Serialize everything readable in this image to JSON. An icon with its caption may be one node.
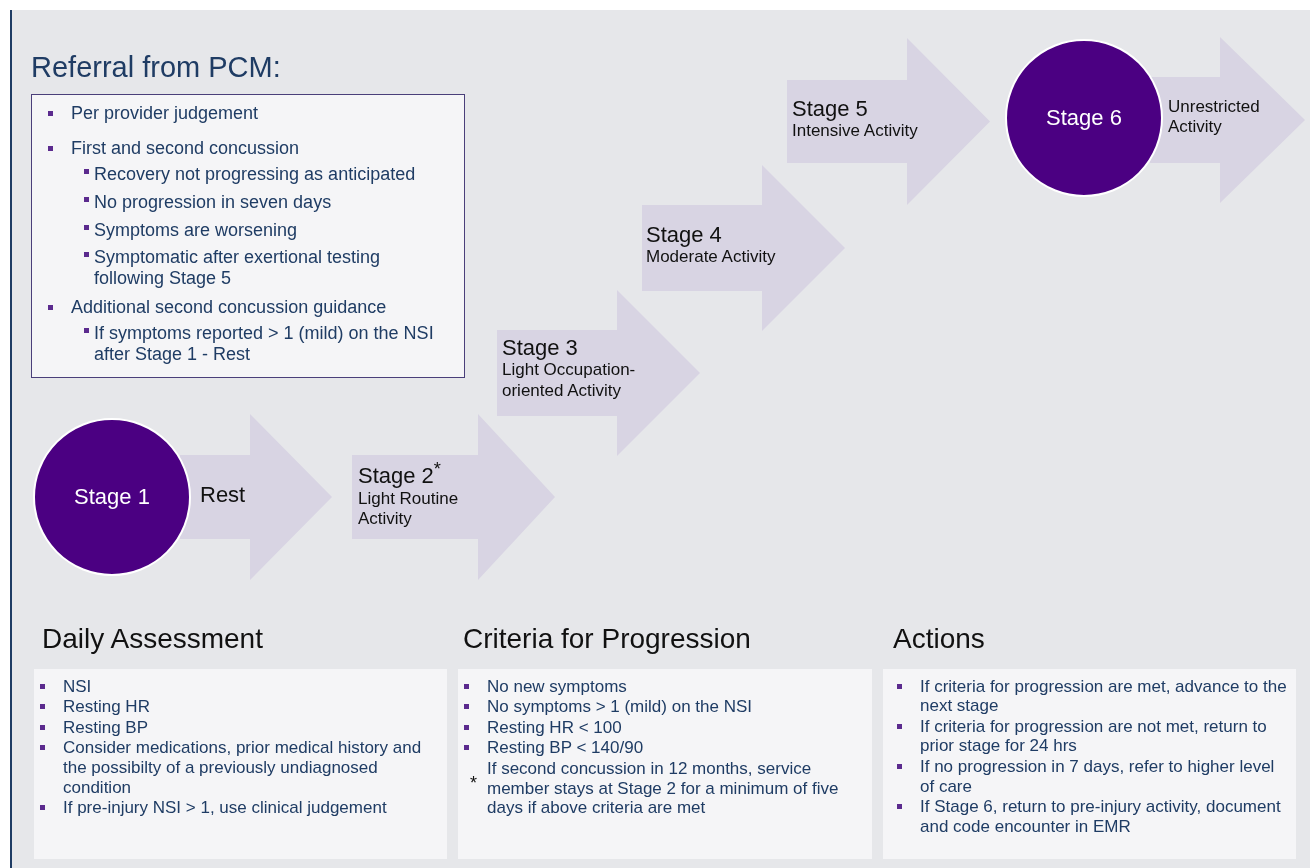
{
  "diagram": {
    "nodes": [
      {
        "text": [
          "Referral from PCM:",
          "Per provider judgement",
          "First and second concussion",
          "Recovery not progressing as anticipated",
          "No progression in seven days",
          "Symptoms are worsening",
          "Symptomatic after exertional testing following Stage 5",
          "Additional second concussion guidance",
          "If symptoms reported > 1 (mild) on the NSI after Stage 1 - Rest"
        ]
      },
      {
        "text": [
          "Stage 1"
        ]
      },
      {
        "text": [
          "Rest"
        ]
      },
      {
        "text": [
          "Stage 2$^{*}$",
          "Light Routine Activity"
        ]
      },
      {
        "text": [
          "Stage 3",
          "Light Occupation-oriented Activity"
        ]
      },
      {
        "text": [
          "Stage 4",
          "Moderate Activity"
        ]
      },
      {
        "text": [
          "Stage 5",
          "Intensive Activity"
        ]
      },
      {
        "text": [
          "Stage 6"
        ]
      },
      {
        "text": [
          "Unrestricted Activity"
        ]
      },
      {
        "text": [
          "Daily Assessment",
          "NSI",
          "Resting HR",
          "Resting BP",
          "Consider medications, prior medical history and the possibilty of a previously undiagnosed condition",
          "If pre-injury NSI > 1, use clinical judgement"
        ]
      },
      {
        "text": [
          "Criteria for Progression",
          "No new symptoms",
          "No symptoms > 1 (mild) on the NSI",
          "Resting HR < 100",
          "Resting BP < 140/90",
          "If second concussion in 12 months, service member stays at Stage 2 for a minimum of five days if above criteria are met"
        ]
      },
      {
        "text": [
          "Actions",
          "If criteria for progression are met, advance to the next stage",
          "If criteria for progression are not met, return to prior stage for 24 hrs",
          "If no progression in 7 days, refer to higher level of care",
          "If Stage 6, return to pre-injury activity, document and code encounter in EMR"
        ]
      }
    ],
    "labels": [
      "*"
    ]
  }
}
